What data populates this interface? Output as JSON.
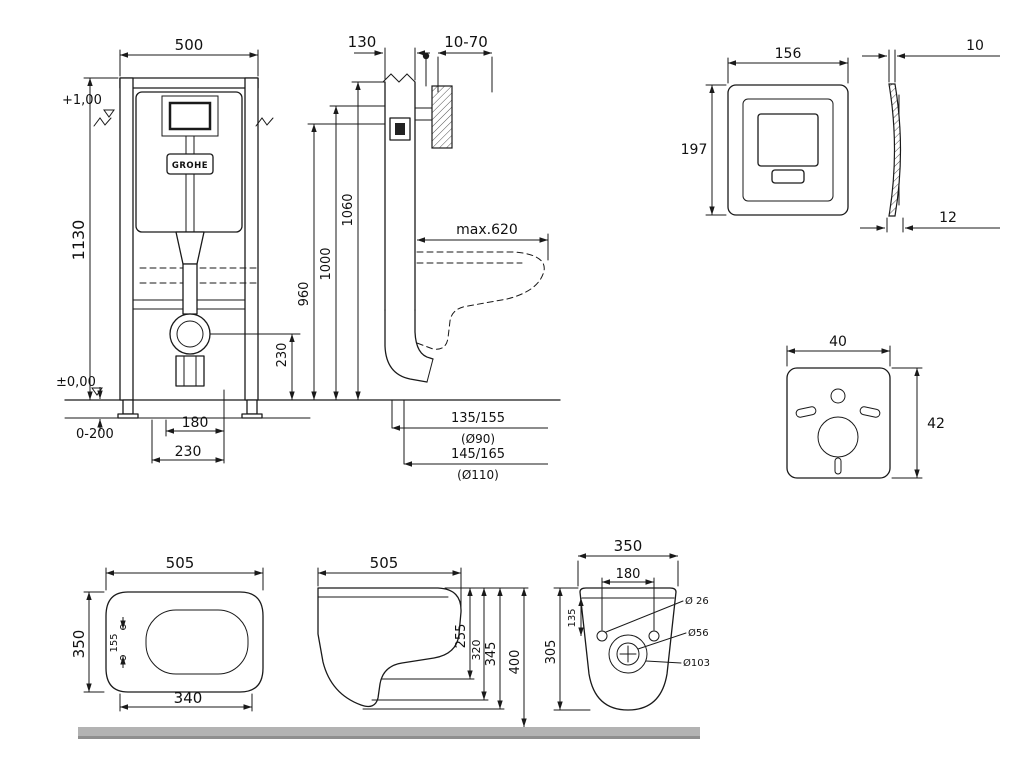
{
  "colors": {
    "line": "#1a1a1a",
    "floor_bar": "#b3b3b3"
  },
  "installation": {
    "front": {
      "width": "500",
      "height": "1130",
      "upper_level": "+1,00",
      "floor_level": "±0,00",
      "foot_adjust": "0-200",
      "drain_offset": "180",
      "drain_offset_wide": "230",
      "outlet_height": "230",
      "brand": "GROHE"
    },
    "side": {
      "depth": "130",
      "wall_distance": "10-70",
      "height_full": "1060",
      "height_mid": "1000",
      "height_plate": "960",
      "depth_max": "max.620",
      "drain1": "135/155",
      "drain1_dia": "(Ø90)",
      "drain2": "145/165",
      "drain2_dia": "(Ø110)"
    }
  },
  "flush_plate": {
    "width": "156",
    "height": "197",
    "top_thickness": "10",
    "bottom_thickness": "12"
  },
  "gasket": {
    "width": "40",
    "height": "42"
  },
  "bowl": {
    "top_view": {
      "length": "505",
      "width": "350",
      "hinge_spacing": "155",
      "seat_length": "340"
    },
    "side_view": {
      "length": "505",
      "h_255": "255",
      "h_320": "320",
      "h_345": "345",
      "h_400": "400"
    },
    "back_view": {
      "width": "350",
      "bolt_spacing": "180",
      "height": "305",
      "offset_top": "135",
      "dia_26": "Ø 26",
      "dia_56": "Ø56",
      "dia_103": "Ø103"
    }
  }
}
